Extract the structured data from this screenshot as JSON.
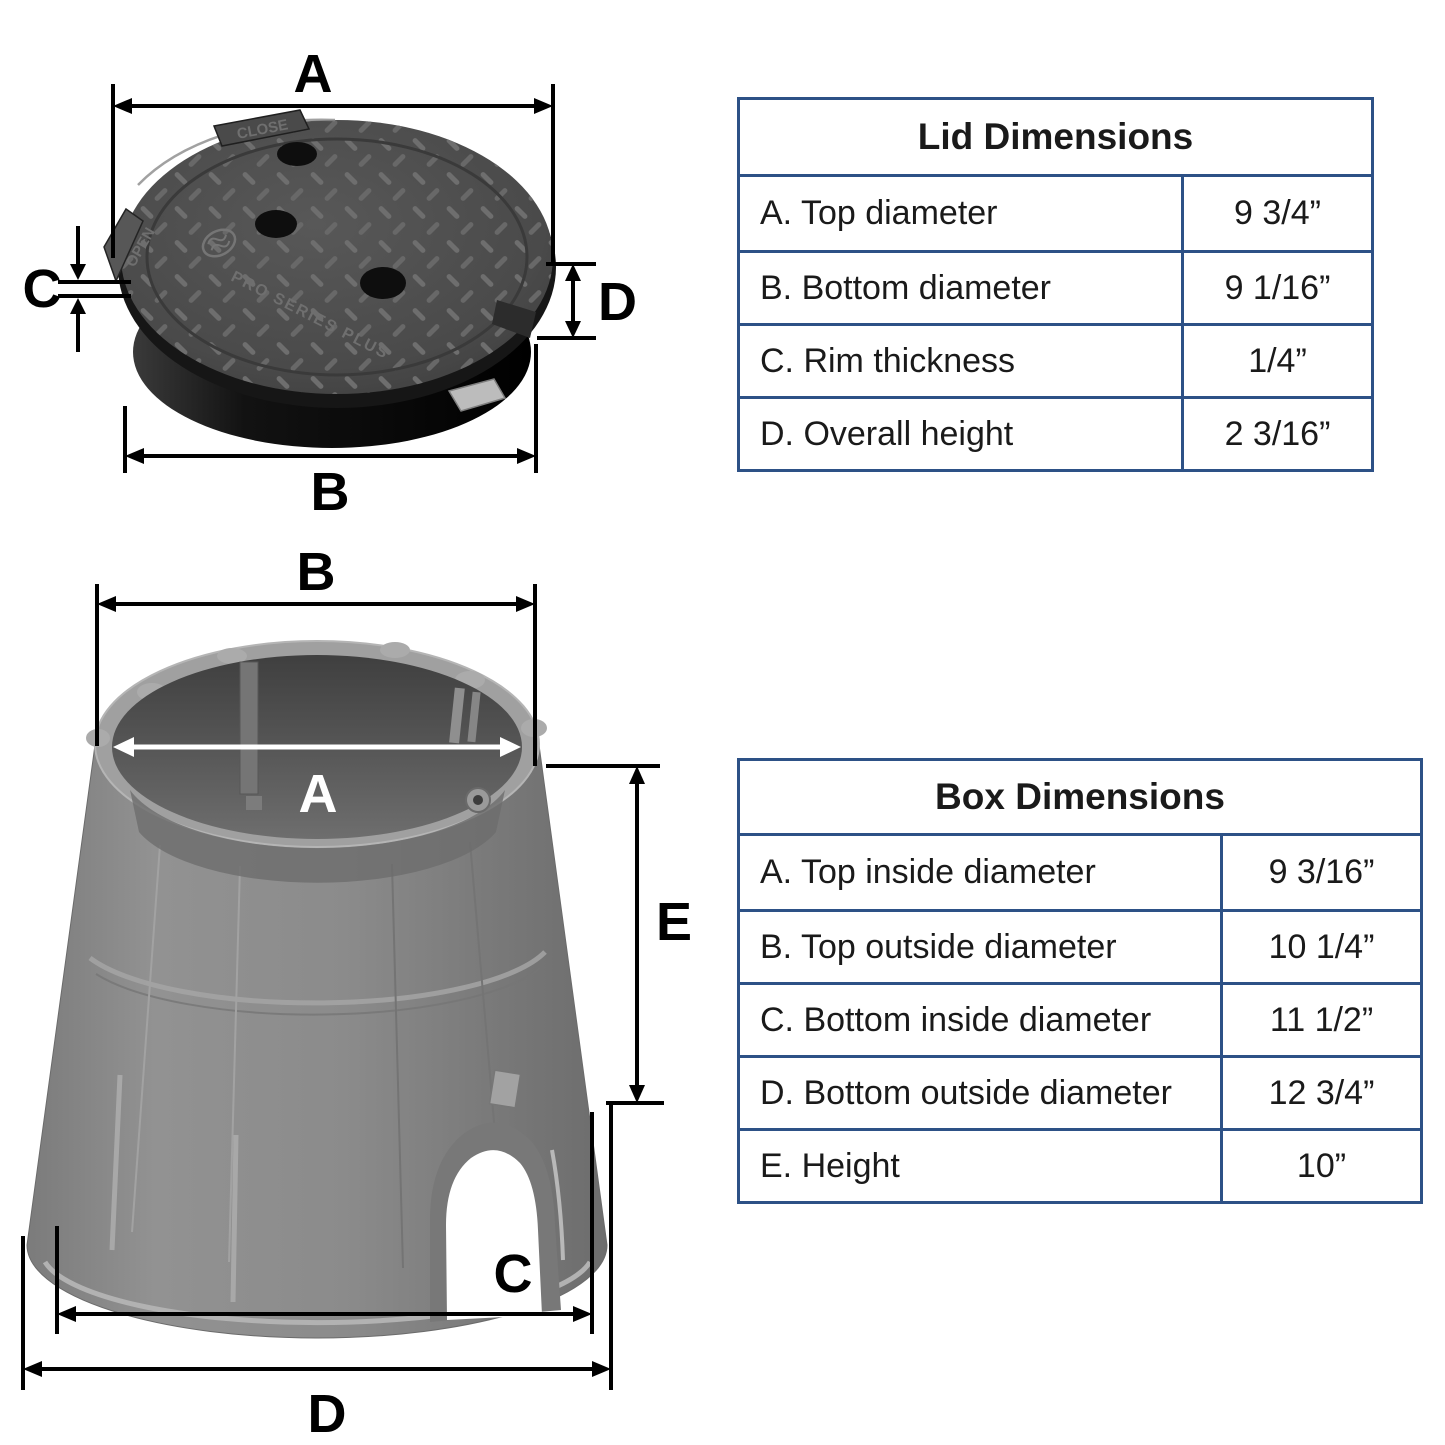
{
  "colors": {
    "table_border": "#2d5186",
    "text": "#1a1a1a",
    "dimension_lines": "#000000",
    "white_arrow": "#ffffff",
    "lid_body": "#161616",
    "lid_top": "#4c4c4c",
    "box_gray": "#8c8c8c"
  },
  "lid_drawing": {
    "labels": {
      "a": "A",
      "b": "B",
      "c": "C",
      "d": "D"
    },
    "embossed": {
      "open": "OPEN",
      "close": "CLOSE",
      "series": "PRO SERIES PLUS"
    }
  },
  "box_drawing": {
    "labels": {
      "a": "A",
      "b": "B",
      "c": "C",
      "d": "D",
      "e": "E"
    }
  },
  "lid_table": {
    "title": "Lid Dimensions",
    "rows": [
      {
        "label": "A. Top diameter",
        "value": "9 3/4”"
      },
      {
        "label": "B. Bottom diameter",
        "value": "9 1/16”"
      },
      {
        "label": "C. Rim thickness",
        "value": "1/4”"
      },
      {
        "label": "D. Overall height",
        "value": "2 3/16”"
      }
    ]
  },
  "box_table": {
    "title": "Box Dimensions",
    "rows": [
      {
        "label": "A. Top inside diameter",
        "value": "9 3/16”"
      },
      {
        "label": "B. Top outside diameter",
        "value": "10 1/4”"
      },
      {
        "label": "C. Bottom inside diameter",
        "value": "11 1/2”"
      },
      {
        "label": "D. Bottom outside diameter",
        "value": "12 3/4”"
      },
      {
        "label": "E. Height",
        "value": "10”"
      }
    ]
  }
}
